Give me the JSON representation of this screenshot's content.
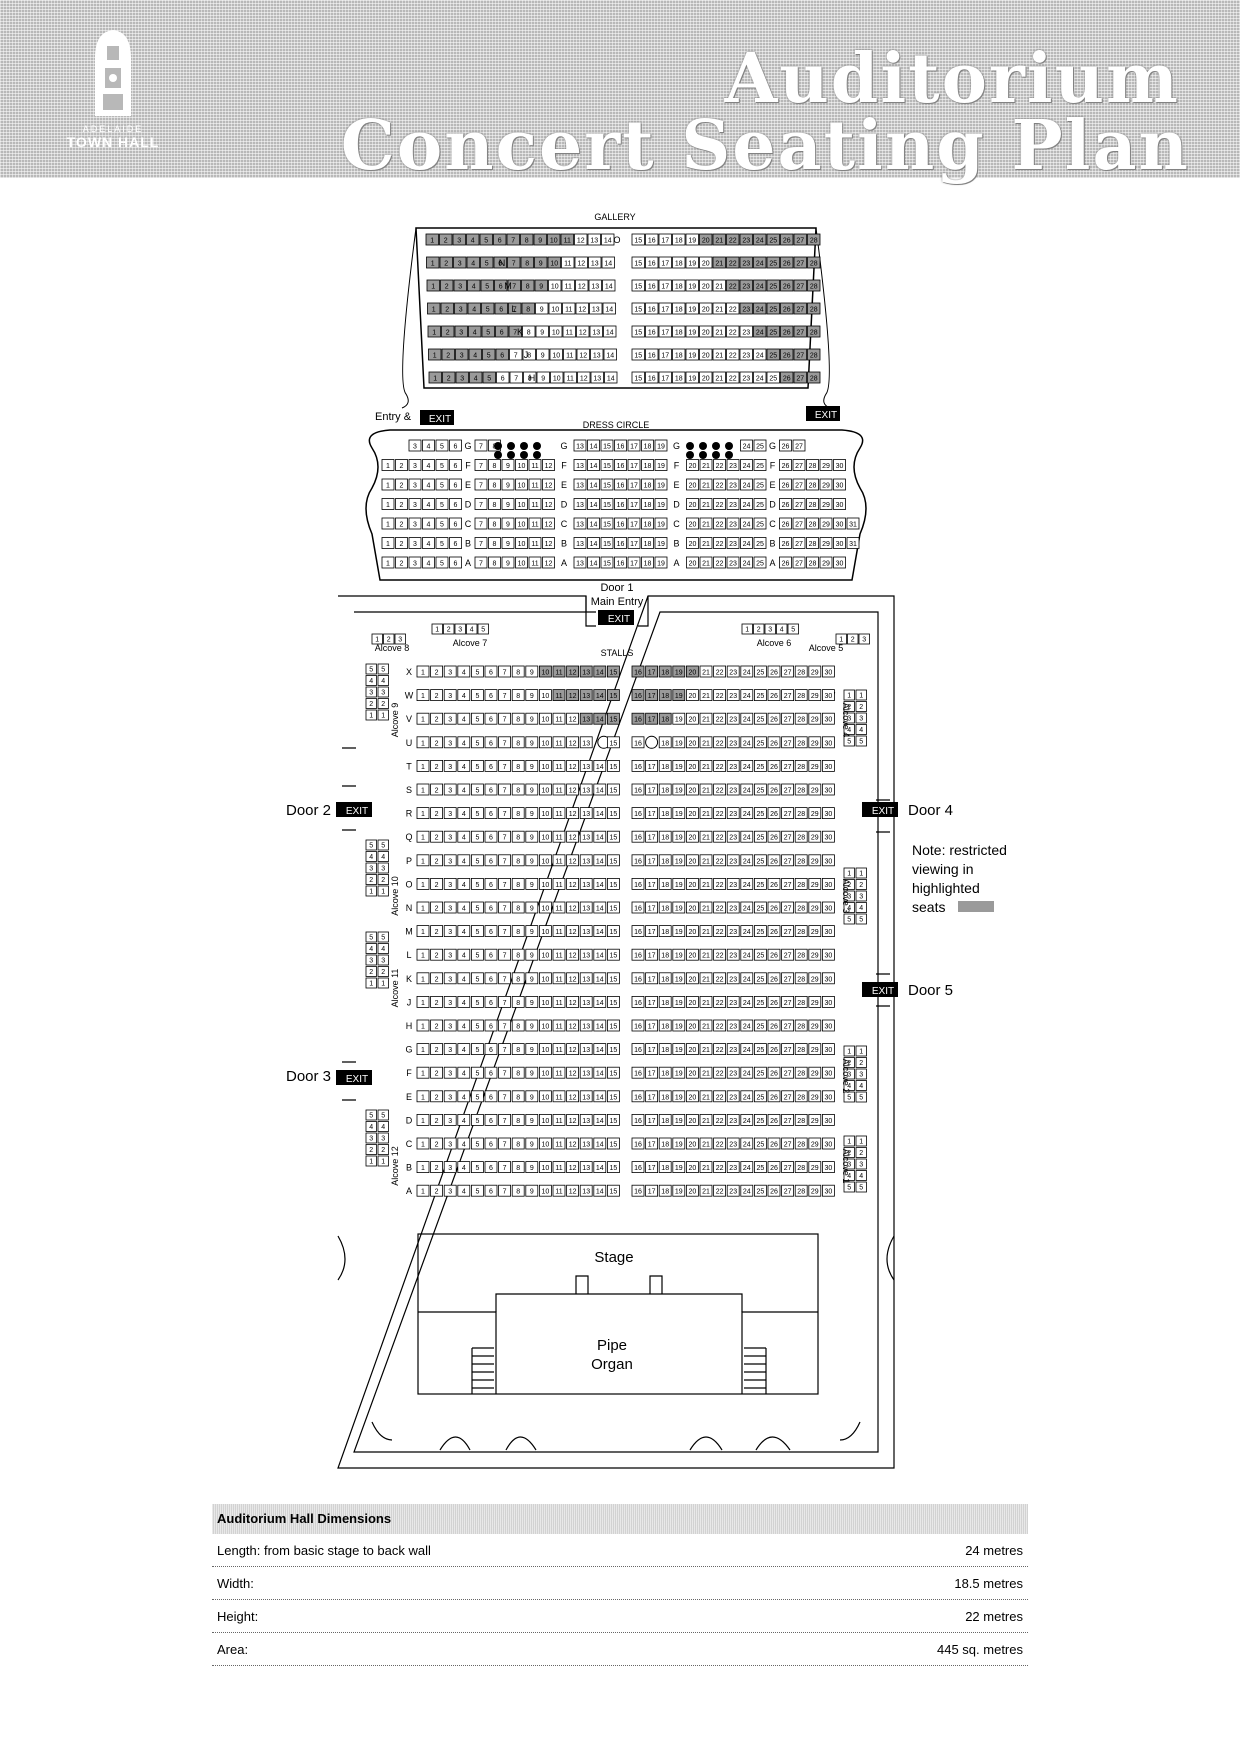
{
  "header": {
    "logo_small": "ADELAIDE",
    "logo_main": "TOWN HALL",
    "title_line1": "Auditorium",
    "title_line2": "Concert Seating Plan"
  },
  "plan": {
    "gallery_label": "GALLERY",
    "gallery_rows": [
      "O",
      "N",
      "M",
      "L",
      "K",
      "J",
      "H"
    ],
    "dress_circle_label": "DRESS CIRCLE",
    "dress_rows": [
      "G",
      "F",
      "E",
      "D",
      "C",
      "B",
      "A"
    ],
    "entry_label": "Entry &",
    "exit_label": "EXIT",
    "door1_label": "Door 1",
    "main_entry_label": "Main Entry",
    "stalls_label": "STALLS",
    "stall_rows": [
      "X",
      "W",
      "V",
      "U",
      "T",
      "S",
      "R",
      "Q",
      "P",
      "O",
      "N",
      "M",
      "L",
      "K",
      "J",
      "H",
      "G",
      "F",
      "E",
      "D",
      "C",
      "B",
      "A"
    ],
    "alcoves": {
      "a1": "Alcove 1",
      "a2": "Alcove 2",
      "a3": "Alcove 3",
      "a4": "Alcove 4",
      "a5": "Alcove 5",
      "a6": "Alcove 6",
      "a7": "Alcove 7",
      "a8": "Alcove 8",
      "a9": "Alcove 9",
      "a10": "Alcove 10",
      "a11": "Alcove 11",
      "a12": "Alcove 12"
    },
    "doors": {
      "d2": "Door 2",
      "d3": "Door 3",
      "d4": "Door 4",
      "d5": "Door 5"
    },
    "note": [
      "Note: restricted",
      "viewing in",
      "highlighted",
      "seats"
    ],
    "stage_label": "Stage",
    "organ_label": [
      "Pipe",
      "Organ"
    ]
  },
  "dimensions": {
    "heading": "Auditorium Hall Dimensions",
    "rows": [
      {
        "label": "Length: from basic stage to back wall",
        "value": "24 metres"
      },
      {
        "label": "Width:",
        "value": "18.5 metres"
      },
      {
        "label": "Height:",
        "value": "22 metres"
      },
      {
        "label": "Area:",
        "value": "445 sq. metres"
      }
    ]
  },
  "colors": {
    "banner": "#b8b8b8",
    "restricted": "#9a9a9a"
  }
}
